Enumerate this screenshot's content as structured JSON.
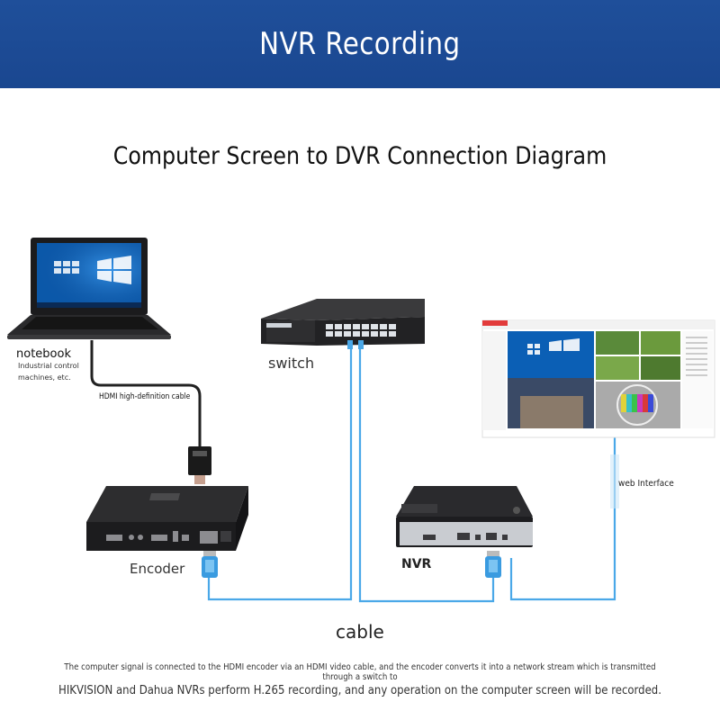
{
  "banner": {
    "title": "NVR Recording"
  },
  "diagram": {
    "title": "Computer Screen to DVR Connection Diagram",
    "labels": {
      "notebook": "notebook",
      "notebook_sub": "Industrial control machines, etc.",
      "switch": "switch",
      "hdmi_cable": "HDMI high-definition cable",
      "encoder": "Encoder",
      "nvr": "NVR",
      "web_interface": "web Interface",
      "cable": "cable"
    }
  },
  "caption": {
    "line1": "The computer signal is connected to the HDMI encoder via an HDMI video cable, and the encoder converts it into a network stream which is transmitted through a switch to",
    "line2": "HIKVISION and Dahua NVRs perform H.265 recording, and any operation on the computer screen will be recorded."
  },
  "colors": {
    "banner": "#1f4f9a",
    "network_cable": "#4aa8e8",
    "hdmi_cable": "#222222"
  }
}
